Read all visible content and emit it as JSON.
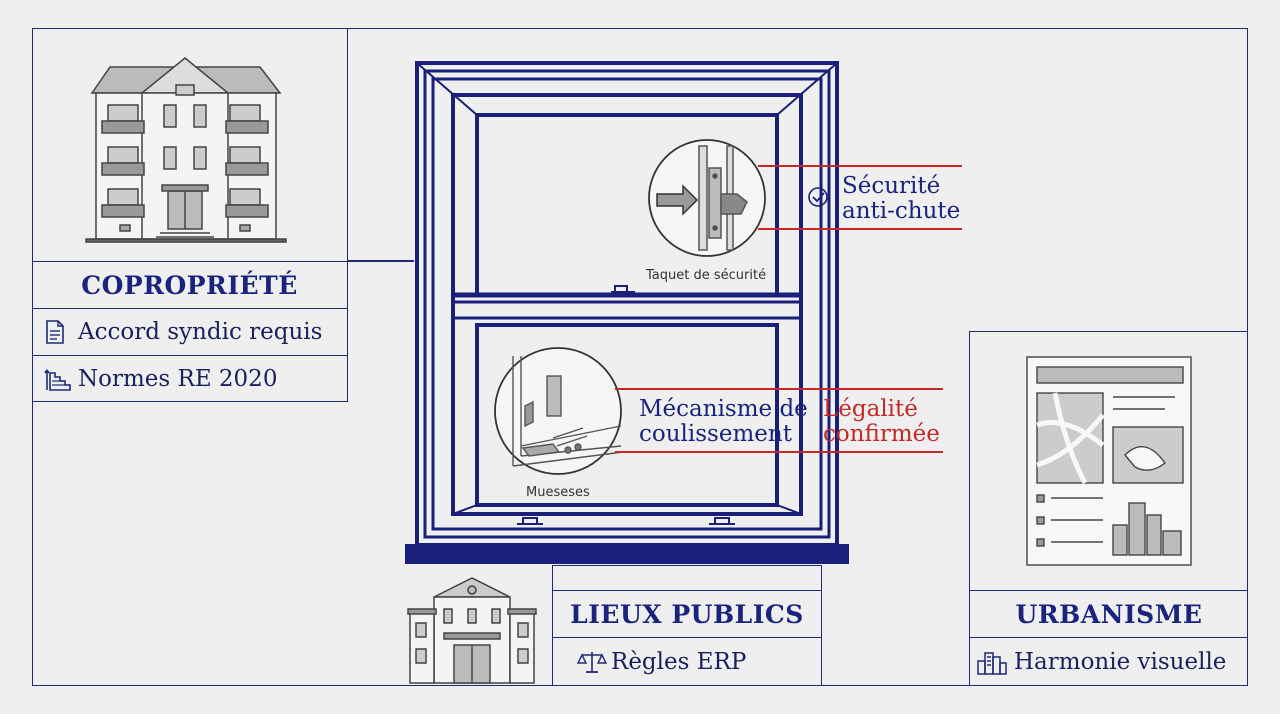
{
  "coproprio": {
    "title": "COPROPRIÉTÉ",
    "items": [
      {
        "label": "Accord syndic requis",
        "icon": "document-icon"
      },
      {
        "label": "Normes RE 2020",
        "icon": "stairs-chart-icon"
      }
    ]
  },
  "window": {
    "top_callout": {
      "line1": "Sécurité",
      "line2": "anti-chute",
      "icon": "check-circle-icon"
    },
    "latch_label": "Taquet de sécurité",
    "mechanism_callout": {
      "line1": "Mécanisme de",
      "line2": "coulissement"
    },
    "legal_callout": {
      "line1": "Légalité",
      "line2": "confirmée"
    },
    "bottom_label": "Mueseses"
  },
  "public": {
    "title": "LIEUX PUBLICS",
    "items": [
      {
        "label": "Règles ERP",
        "icon": "scales-icon"
      }
    ]
  },
  "urban": {
    "title": "URBANISME",
    "items": [
      {
        "label": "Harmonie visuelle",
        "icon": "city-icon"
      }
    ]
  },
  "colors": {
    "navy": "#1e2a78",
    "red": "#c62828",
    "background": "#efefef"
  }
}
